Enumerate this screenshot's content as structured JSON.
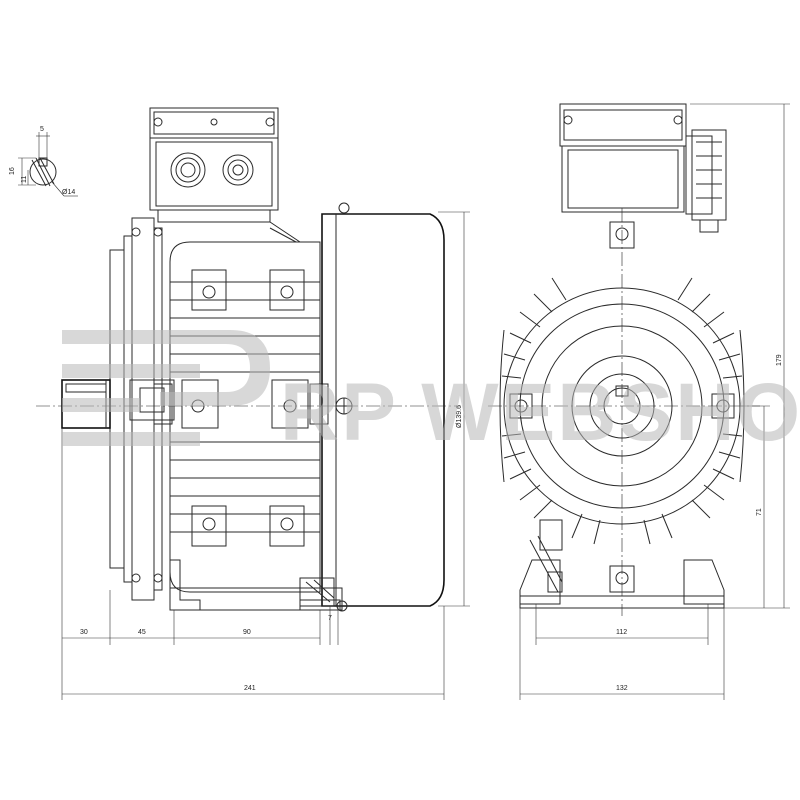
{
  "watermark": {
    "text": "RP WEBSHOP"
  },
  "keyway_detail": {
    "width": "5",
    "height": "16",
    "depth": "11",
    "shaft_diameter": "Ø14"
  },
  "side_view": {
    "shaft_length": "30",
    "flange_to_foot": "45",
    "foot_spacing": "90",
    "foot_thickness": "7",
    "overall_length": "241",
    "flange_diameter": "Ø139.6"
  },
  "front_view": {
    "foot_hole_spacing": "112",
    "foot_width": "132",
    "shaft_height": "71",
    "overall_height": "179"
  }
}
